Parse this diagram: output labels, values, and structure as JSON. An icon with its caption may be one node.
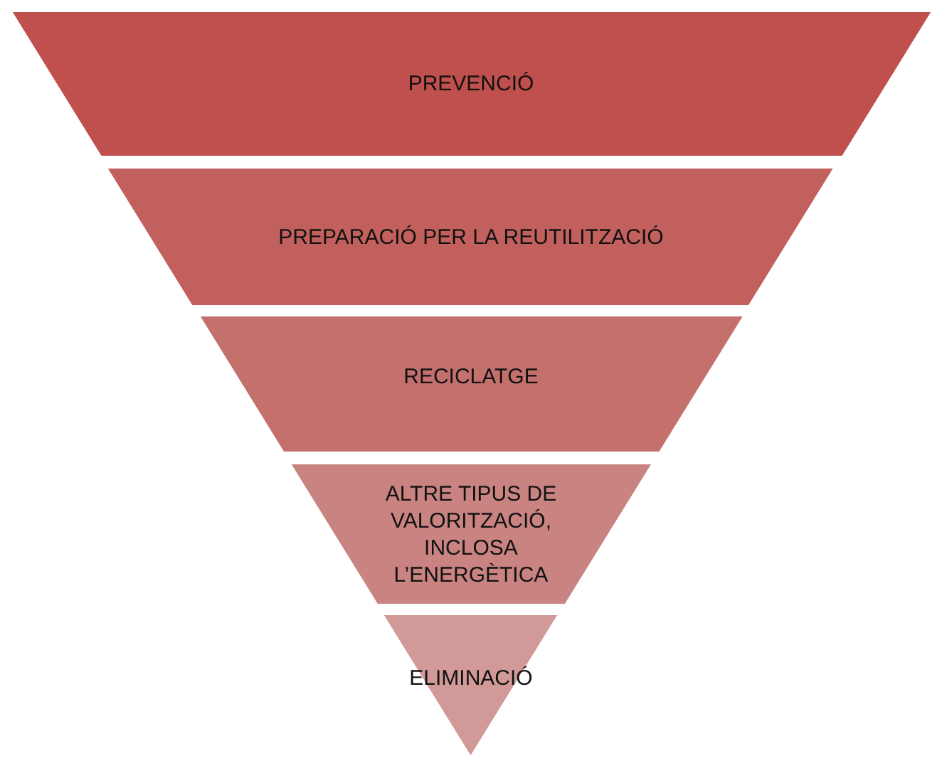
{
  "diagram": {
    "nodes": [
      {
        "text": [
          "PREVENCIÓ"
        ]
      },
      {
        "text": [
          "PREPARACIÓ PER LA REUTILITZACIÓ"
        ]
      },
      {
        "text": [
          "RECICLATGE"
        ]
      },
      {
        "text": [
          "ALTRE TIPUS DE VALORITZACIÓ, INCLOSA L’ENERGÈTICA"
        ]
      },
      {
        "text": [
          "ELIMINACIÓ"
        ]
      }
    ]
  }
}
